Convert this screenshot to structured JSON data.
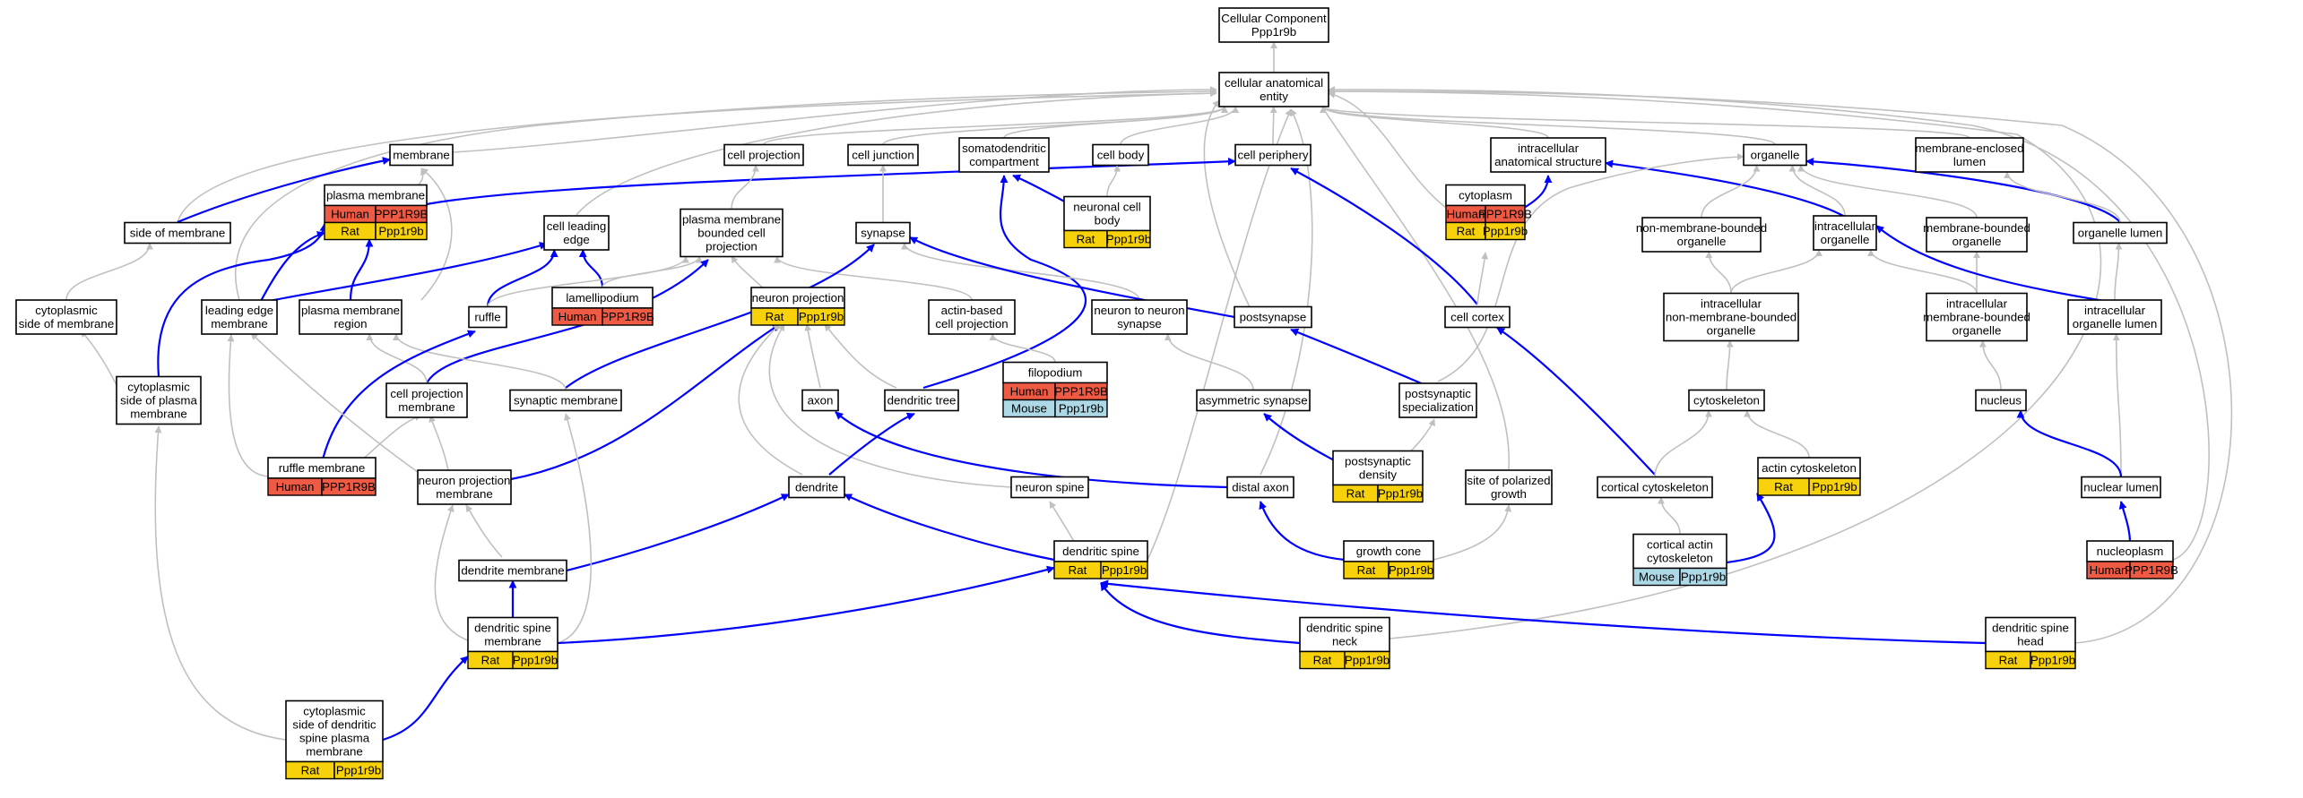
{
  "colors": {
    "human": "#ef5a44",
    "rat": "#f7d10a",
    "mouse": "#add8e6",
    "is_a_edge": "#c0c0c0",
    "part_of_edge": "#0000ff"
  },
  "nodes": [
    {
      "id": "root",
      "lines": [
        "Cellular Component",
        "Ppp1r9b"
      ]
    },
    {
      "id": "cae",
      "lines": [
        "cellular anatomical",
        "entity"
      ]
    },
    {
      "id": "membrane",
      "lines": [
        "membrane"
      ]
    },
    {
      "id": "cellproj",
      "lines": [
        "cell projection"
      ]
    },
    {
      "id": "celljunc",
      "lines": [
        "cell junction"
      ]
    },
    {
      "id": "somato",
      "lines": [
        "somatodendritic",
        "compartment"
      ]
    },
    {
      "id": "cellbody",
      "lines": [
        "cell body"
      ]
    },
    {
      "id": "periph",
      "lines": [
        "cell periphery"
      ]
    },
    {
      "id": "ias",
      "lines": [
        "intracellular",
        "anatomical structure"
      ]
    },
    {
      "id": "organelle",
      "lines": [
        "organelle"
      ]
    },
    {
      "id": "mel",
      "lines": [
        "membrane-enclosed",
        "lumen"
      ]
    },
    {
      "id": "sidemem",
      "lines": [
        "side of membrane"
      ]
    },
    {
      "id": "pm",
      "lines": [
        "plasma membrane"
      ],
      "table": [
        [
          "Human",
          "PPP1R9B"
        ],
        [
          "Rat",
          "Ppp1r9b"
        ]
      ]
    },
    {
      "id": "cle",
      "lines": [
        "cell leading",
        "edge"
      ]
    },
    {
      "id": "pmbcp",
      "lines": [
        "plasma membrane",
        "bounded cell",
        "projection"
      ]
    },
    {
      "id": "synapse",
      "lines": [
        "synapse"
      ]
    },
    {
      "id": "ncb",
      "lines": [
        "neuronal cell",
        "body"
      ],
      "table": [
        [
          "Rat",
          "Ppp1r9b"
        ]
      ]
    },
    {
      "id": "cytoplasm",
      "lines": [
        "cytoplasm"
      ],
      "table": [
        [
          "Human",
          "PPP1R9B"
        ],
        [
          "Rat",
          "Ppp1r9b"
        ]
      ]
    },
    {
      "id": "nmbo",
      "lines": [
        "non-membrane-bounded",
        "organelle"
      ]
    },
    {
      "id": "io",
      "lines": [
        "intracellular",
        "organelle"
      ]
    },
    {
      "id": "mbo",
      "lines": [
        "membrane-bounded",
        "organelle"
      ]
    },
    {
      "id": "olumen",
      "lines": [
        "organelle lumen"
      ]
    },
    {
      "id": "cytosidemem",
      "lines": [
        "cytoplasmic",
        "side of membrane"
      ]
    },
    {
      "id": "lem",
      "lines": [
        "leading edge",
        "membrane"
      ]
    },
    {
      "id": "pmr",
      "lines": [
        "plasma membrane",
        "region"
      ]
    },
    {
      "id": "ruffle",
      "lines": [
        "ruffle"
      ]
    },
    {
      "id": "lamelli",
      "lines": [
        "lamellipodium"
      ],
      "table": [
        [
          "Human",
          "PPP1R9B"
        ]
      ]
    },
    {
      "id": "nproj",
      "lines": [
        "neuron projection"
      ],
      "table": [
        [
          "Rat",
          "Ppp1r9b"
        ]
      ]
    },
    {
      "id": "abcp",
      "lines": [
        "actin-based",
        "cell projection"
      ]
    },
    {
      "id": "n2n",
      "lines": [
        "neuron to neuron",
        "synapse"
      ]
    },
    {
      "id": "postsyn",
      "lines": [
        "postsynapse"
      ]
    },
    {
      "id": "cortex",
      "lines": [
        "cell cortex"
      ]
    },
    {
      "id": "inmbo",
      "lines": [
        "intracellular",
        "non-membrane-bounded",
        "organelle"
      ]
    },
    {
      "id": "imbo",
      "lines": [
        "intracellular",
        "membrane-bounded",
        "organelle"
      ]
    },
    {
      "id": "iol",
      "lines": [
        "intracellular",
        "organelle lumen"
      ]
    },
    {
      "id": "cspm",
      "lines": [
        "cytoplasmic",
        "side of plasma",
        "membrane"
      ]
    },
    {
      "id": "cpm",
      "lines": [
        "cell projection",
        "membrane"
      ]
    },
    {
      "id": "synmem",
      "lines": [
        "synaptic membrane"
      ]
    },
    {
      "id": "axon",
      "lines": [
        "axon"
      ]
    },
    {
      "id": "dtree",
      "lines": [
        "dendritic tree"
      ]
    },
    {
      "id": "filo",
      "lines": [
        "filopodium"
      ],
      "table": [
        [
          "Human",
          "PPP1R9B"
        ],
        [
          "Mouse",
          "Ppp1r9b"
        ]
      ]
    },
    {
      "id": "asym",
      "lines": [
        "asymmetric synapse"
      ]
    },
    {
      "id": "pss",
      "lines": [
        "postsynaptic",
        "specialization"
      ]
    },
    {
      "id": "cytoskel",
      "lines": [
        "cytoskeleton"
      ]
    },
    {
      "id": "nucleus",
      "lines": [
        "nucleus"
      ]
    },
    {
      "id": "rufflemem",
      "lines": [
        "ruffle membrane"
      ],
      "table": [
        [
          "Human",
          "PPP1R9B"
        ]
      ]
    },
    {
      "id": "npm",
      "lines": [
        "neuron projection",
        "membrane"
      ]
    },
    {
      "id": "dendrite",
      "lines": [
        "dendrite"
      ]
    },
    {
      "id": "nspine",
      "lines": [
        "neuron spine"
      ]
    },
    {
      "id": "daxon",
      "lines": [
        "distal axon"
      ]
    },
    {
      "id": "psd",
      "lines": [
        "postsynaptic",
        "density"
      ],
      "table": [
        [
          "Rat",
          "Ppp1r9b"
        ]
      ]
    },
    {
      "id": "spg",
      "lines": [
        "site of polarized",
        "growth"
      ]
    },
    {
      "id": "ccyto",
      "lines": [
        "cortical cytoskeleton"
      ]
    },
    {
      "id": "acyto",
      "lines": [
        "actin cytoskeleton"
      ],
      "table": [
        [
          "Rat",
          "Ppp1r9b"
        ]
      ]
    },
    {
      "id": "nlumen",
      "lines": [
        "nuclear lumen"
      ]
    },
    {
      "id": "dmem",
      "lines": [
        "dendrite membrane"
      ]
    },
    {
      "id": "dspine",
      "lines": [
        "dendritic spine"
      ],
      "table": [
        [
          "Rat",
          "Ppp1r9b"
        ]
      ]
    },
    {
      "id": "gcone",
      "lines": [
        "growth cone"
      ],
      "table": [
        [
          "Rat",
          "Ppp1r9b"
        ]
      ]
    },
    {
      "id": "cacyto",
      "lines": [
        "cortical actin",
        "cytoskeleton"
      ],
      "table": [
        [
          "Mouse",
          "Ppp1r9b"
        ]
      ]
    },
    {
      "id": "nucleoplasm",
      "lines": [
        "nucleoplasm"
      ],
      "table": [
        [
          "Human",
          "PPP1R9B"
        ]
      ]
    },
    {
      "id": "dsm",
      "lines": [
        "dendritic spine",
        "membrane"
      ],
      "table": [
        [
          "Rat",
          "Ppp1r9b"
        ]
      ]
    },
    {
      "id": "dsneck",
      "lines": [
        "dendritic spine",
        "neck"
      ],
      "table": [
        [
          "Rat",
          "Ppp1r9b"
        ]
      ]
    },
    {
      "id": "dshead",
      "lines": [
        "dendritic spine",
        "head"
      ],
      "table": [
        [
          "Rat",
          "Ppp1r9b"
        ]
      ]
    },
    {
      "id": "csdspm",
      "lines": [
        "cytoplasmic",
        "side of dendritic",
        "spine plasma",
        "membrane"
      ],
      "table": [
        [
          "Rat",
          "Ppp1r9b"
        ]
      ]
    }
  ],
  "edges": [
    {
      "from": "cae",
      "to": "root",
      "type": "is_a"
    },
    {
      "from": "membrane",
      "to": "cae",
      "type": "is_a"
    },
    {
      "from": "cellproj",
      "to": "cae",
      "type": "is_a"
    },
    {
      "from": "celljunc",
      "to": "cae",
      "type": "is_a"
    },
    {
      "from": "somato",
      "to": "cae",
      "type": "is_a"
    },
    {
      "from": "cellbody",
      "to": "cae",
      "type": "is_a"
    },
    {
      "from": "periph",
      "to": "cae",
      "type": "is_a"
    },
    {
      "from": "ias",
      "to": "cae",
      "type": "is_a"
    },
    {
      "from": "organelle",
      "to": "cae",
      "type": "is_a"
    },
    {
      "from": "mel",
      "to": "cae",
      "type": "is_a"
    },
    {
      "from": "sidemem",
      "to": "cae",
      "type": "is_a"
    },
    {
      "from": "cle",
      "to": "cae",
      "type": "is_a"
    },
    {
      "from": "cytoplasm",
      "to": "cae",
      "type": "is_a"
    },
    {
      "from": "postsyn",
      "to": "cae",
      "type": "is_a"
    },
    {
      "from": "daxon",
      "to": "cae",
      "type": "is_a"
    },
    {
      "from": "spg",
      "to": "cae",
      "type": "is_a"
    },
    {
      "from": "nucleoplasm",
      "to": "cae",
      "type": "is_a"
    },
    {
      "from": "dshead",
      "to": "cae",
      "type": "is_a"
    },
    {
      "from": "dsneck",
      "to": "cae",
      "type": "is_a"
    },
    {
      "from": "dspine",
      "to": "cae",
      "type": "is_a"
    },
    {
      "from": "lem",
      "to": "cae",
      "type": "is_a"
    },
    {
      "from": "pm",
      "to": "membrane",
      "type": "is_a"
    },
    {
      "from": "pmr",
      "to": "membrane",
      "type": "is_a"
    },
    {
      "from": "sidemem",
      "to": "membrane",
      "type": "part_of"
    },
    {
      "from": "pm",
      "to": "periph",
      "type": "part_of"
    },
    {
      "from": "pmbcp",
      "to": "cellproj",
      "type": "is_a"
    },
    {
      "from": "synapse",
      "to": "celljunc",
      "type": "is_a"
    },
    {
      "from": "ncb",
      "to": "cellbody",
      "type": "is_a"
    },
    {
      "from": "ncb",
      "to": "somato",
      "type": "part_of"
    },
    {
      "from": "dtree",
      "to": "somato",
      "type": "part_of"
    },
    {
      "from": "cytoplasm",
      "to": "ias",
      "type": "part_of"
    },
    {
      "from": "io",
      "to": "ias",
      "type": "part_of"
    },
    {
      "from": "nmbo",
      "to": "organelle",
      "type": "is_a"
    },
    {
      "from": "io",
      "to": "organelle",
      "type": "is_a"
    },
    {
      "from": "mbo",
      "to": "organelle",
      "type": "is_a"
    },
    {
      "from": "olumen",
      "to": "organelle",
      "type": "part_of"
    },
    {
      "from": "pss",
      "to": "organelle",
      "type": "is_a"
    },
    {
      "from": "olumen",
      "to": "mel",
      "type": "is_a"
    },
    {
      "from": "cytosidemem",
      "to": "sidemem",
      "type": "is_a"
    },
    {
      "from": "lem",
      "to": "cle",
      "type": "part_of"
    },
    {
      "from": "lem",
      "to": "pm",
      "type": "part_of"
    },
    {
      "from": "pmr",
      "to": "pm",
      "type": "part_of"
    },
    {
      "from": "ruffle",
      "to": "cle",
      "type": "part_of"
    },
    {
      "from": "lamelli",
      "to": "cle",
      "type": "part_of"
    },
    {
      "from": "ruffle",
      "to": "pmbcp",
      "type": "is_a"
    },
    {
      "from": "lamelli",
      "to": "pmbcp",
      "type": "is_a"
    },
    {
      "from": "nproj",
      "to": "pmbcp",
      "type": "is_a"
    },
    {
      "from": "abcp",
      "to": "pmbcp",
      "type": "is_a"
    },
    {
      "from": "cpm",
      "to": "pmbcp",
      "type": "part_of"
    },
    {
      "from": "n2n",
      "to": "synapse",
      "type": "is_a"
    },
    {
      "from": "postsyn",
      "to": "synapse",
      "type": "part_of"
    },
    {
      "from": "synmem",
      "to": "synapse",
      "type": "part_of"
    },
    {
      "from": "filo",
      "to": "abcp",
      "type": "is_a"
    },
    {
      "from": "asym",
      "to": "n2n",
      "type": "is_a"
    },
    {
      "from": "pss",
      "to": "postsyn",
      "type": "part_of"
    },
    {
      "from": "psd",
      "to": "pss",
      "type": "is_a"
    },
    {
      "from": "psd",
      "to": "asym",
      "type": "part_of"
    },
    {
      "from": "cortex",
      "to": "periph",
      "type": "part_of"
    },
    {
      "from": "cortex",
      "to": "cytoplasm",
      "type": "is_a"
    },
    {
      "from": "ccyto",
      "to": "cortex",
      "type": "part_of"
    },
    {
      "from": "inmbo",
      "to": "nmbo",
      "type": "is_a"
    },
    {
      "from": "inmbo",
      "to": "io",
      "type": "is_a"
    },
    {
      "from": "imbo",
      "to": "mbo",
      "type": "is_a"
    },
    {
      "from": "imbo",
      "to": "io",
      "type": "is_a"
    },
    {
      "from": "iol",
      "to": "olumen",
      "type": "is_a"
    },
    {
      "from": "iol",
      "to": "io",
      "type": "part_of"
    },
    {
      "from": "cytoskel",
      "to": "inmbo",
      "type": "is_a"
    },
    {
      "from": "nucleus",
      "to": "imbo",
      "type": "is_a"
    },
    {
      "from": "nlumen",
      "to": "iol",
      "type": "is_a"
    },
    {
      "from": "nlumen",
      "to": "nucleus",
      "type": "part_of"
    },
    {
      "from": "nucleoplasm",
      "to": "nlumen",
      "type": "part_of"
    },
    {
      "from": "ccyto",
      "to": "cytoskel",
      "type": "is_a"
    },
    {
      "from": "acyto",
      "to": "cytoskel",
      "type": "is_a"
    },
    {
      "from": "cacyto",
      "to": "ccyto",
      "type": "is_a"
    },
    {
      "from": "cacyto",
      "to": "acyto",
      "type": "part_of"
    },
    {
      "from": "cspm",
      "to": "cytosidemem",
      "type": "is_a"
    },
    {
      "from": "cspm",
      "to": "pm",
      "type": "part_of"
    },
    {
      "from": "cpm",
      "to": "pmr",
      "type": "is_a"
    },
    {
      "from": "synmem",
      "to": "pmr",
      "type": "is_a"
    },
    {
      "from": "rufflemem",
      "to": "ruffle",
      "type": "part_of"
    },
    {
      "from": "rufflemem",
      "to": "cpm",
      "type": "is_a"
    },
    {
      "from": "rufflemem",
      "to": "lem",
      "type": "is_a"
    },
    {
      "from": "npm",
      "to": "cpm",
      "type": "is_a"
    },
    {
      "from": "npm",
      "to": "nproj",
      "type": "part_of"
    },
    {
      "from": "npm",
      "to": "lem",
      "type": "is_a"
    },
    {
      "from": "axon",
      "to": "nproj",
      "type": "is_a"
    },
    {
      "from": "dendrite",
      "to": "nproj",
      "type": "is_a"
    },
    {
      "from": "nspine",
      "to": "nproj",
      "type": "is_a"
    },
    {
      "from": "dtree",
      "to": "nproj",
      "type": "is_a"
    },
    {
      "from": "daxon",
      "to": "axon",
      "type": "part_of"
    },
    {
      "from": "dendrite",
      "to": "dtree",
      "type": "part_of"
    },
    {
      "from": "gcone",
      "to": "daxon",
      "type": "part_of"
    },
    {
      "from": "gcone",
      "to": "spg",
      "type": "is_a"
    },
    {
      "from": "dmem",
      "to": "npm",
      "type": "is_a"
    },
    {
      "from": "dmem",
      "to": "dendrite",
      "type": "part_of"
    },
    {
      "from": "dspine",
      "to": "dendrite",
      "type": "part_of"
    },
    {
      "from": "dspine",
      "to": "nspine",
      "type": "is_a"
    },
    {
      "from": "dsm",
      "to": "dmem",
      "type": "part_of"
    },
    {
      "from": "dsm",
      "to": "npm",
      "type": "is_a"
    },
    {
      "from": "dsm",
      "to": "synmem",
      "type": "is_a"
    },
    {
      "from": "dsm",
      "to": "dspine",
      "type": "part_of"
    },
    {
      "from": "dsneck",
      "to": "dspine",
      "type": "part_of"
    },
    {
      "from": "dshead",
      "to": "dspine",
      "type": "part_of"
    },
    {
      "from": "csdspm",
      "to": "dsm",
      "type": "part_of"
    },
    {
      "from": "csdspm",
      "to": "cspm",
      "type": "is_a"
    }
  ]
}
